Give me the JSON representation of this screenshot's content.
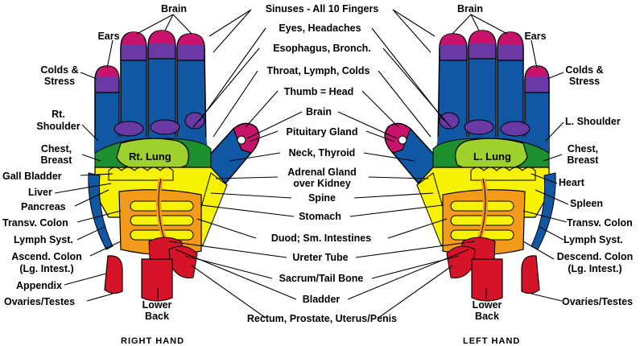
{
  "colors": {
    "fingertip": "#c8136c",
    "purple": "#6a3aa4",
    "blue": "#1158a4",
    "green": "#1d8f2f",
    "lime": "#9ed12d",
    "yellow": "#f6f200",
    "orange": "#f39a1b",
    "red": "#d5142a",
    "outline": "#000000"
  },
  "center_labels": {
    "sinuses": "Sinuses - All 10 Fingers",
    "eyes": "Eyes, Headaches",
    "esophagus": "Esophagus, Bronch.",
    "throat": "Throat, Lymph, Colds",
    "thumb": "Thumb = Head",
    "brain": "Brain",
    "pituitary": "Pituitary Gland",
    "neck": "Neck, Thyroid",
    "adrenal_1": "Adrenal Gland",
    "adrenal_2": "over Kidney",
    "spine": "Spine",
    "stomach": "Stomach",
    "duodenum": "Duod; Sm. Intestines",
    "ureter": "Ureter Tube",
    "sacrum": "Sacrum/Tail Bone",
    "bladder": "Bladder",
    "rectum": "Rectum, Prostate, Uterus/Penis"
  },
  "right_hand_labels": {
    "brain": "Brain",
    "ears": "Ears",
    "colds_1": "Colds &",
    "colds_2": "Stress",
    "shoulder_1": "Rt.",
    "shoulder_2": "Shoulder",
    "chest_1": "Chest,",
    "chest_2": "Breast",
    "gall": "Gall Bladder",
    "liver": "Liver",
    "pancreas": "Pancreas",
    "transv": "Transv. Colon",
    "lymph": "Lymph Syst.",
    "ascend_1": "Ascend. Colon",
    "ascend_2": "(Lg. Intest.)",
    "appendix": "Appendix",
    "ovaries": "Ovaries/Testes",
    "lower_1": "Lower",
    "lower_2": "Back",
    "lung": "Rt. Lung",
    "caption": "RIGHT HAND"
  },
  "left_hand_labels": {
    "brain": "Brain",
    "ears": "Ears",
    "colds_1": "Colds &",
    "colds_2": "Stress",
    "shoulder": "L. Shoulder",
    "chest_1": "Chest,",
    "chest_2": "Breast",
    "heart": "Heart",
    "spleen": "Spleen",
    "transv": "Transv. Colon",
    "lymph": "Lymph Syst.",
    "descend_1": "Descend. Colon",
    "descend_2": "(Lg. Intest.)",
    "ovaries": "Ovaries/Testes",
    "lower_1": "Lower",
    "lower_2": "Back",
    "lung": "L. Lung",
    "caption": "LEFT HAND"
  }
}
